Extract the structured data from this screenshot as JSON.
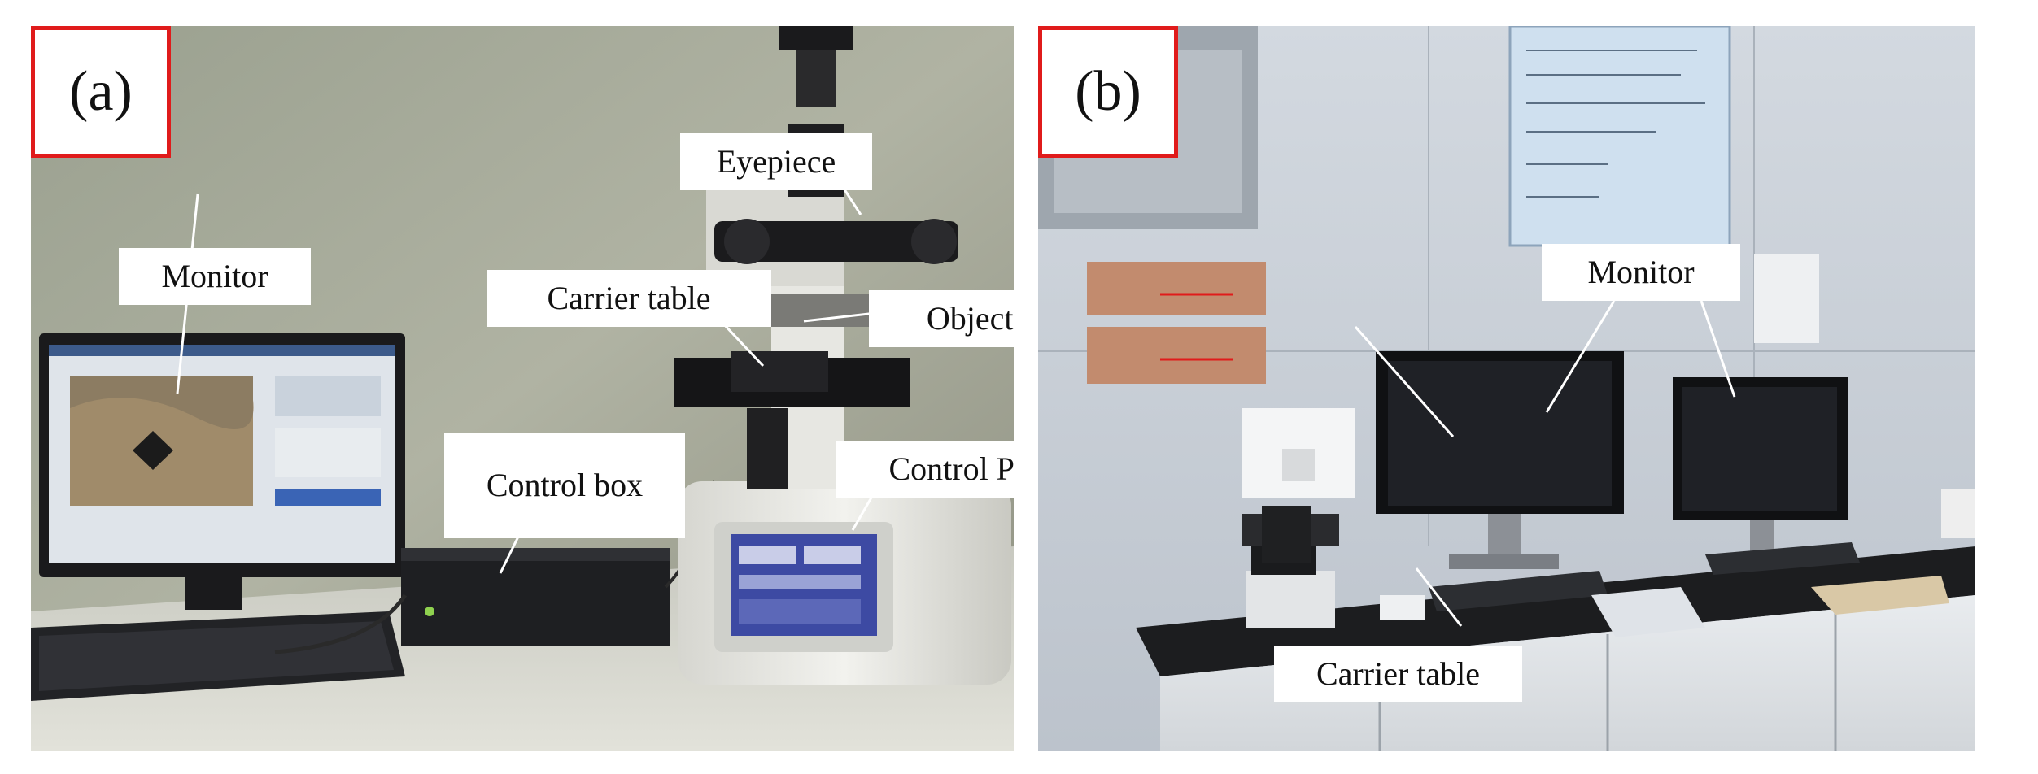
{
  "panel_a": {
    "tag": "(a)",
    "labels": {
      "eyepiece": "Eyepiece",
      "monitor": "Monitor",
      "carrier_table": "Carrier table",
      "objective_len": "Objective len",
      "control_box": "Control box",
      "control_panel": "Control Panel"
    }
  },
  "panel_b": {
    "tag": "(b)",
    "labels": {
      "monitor": "Monitor",
      "carrier_table": "Carrier table"
    }
  }
}
